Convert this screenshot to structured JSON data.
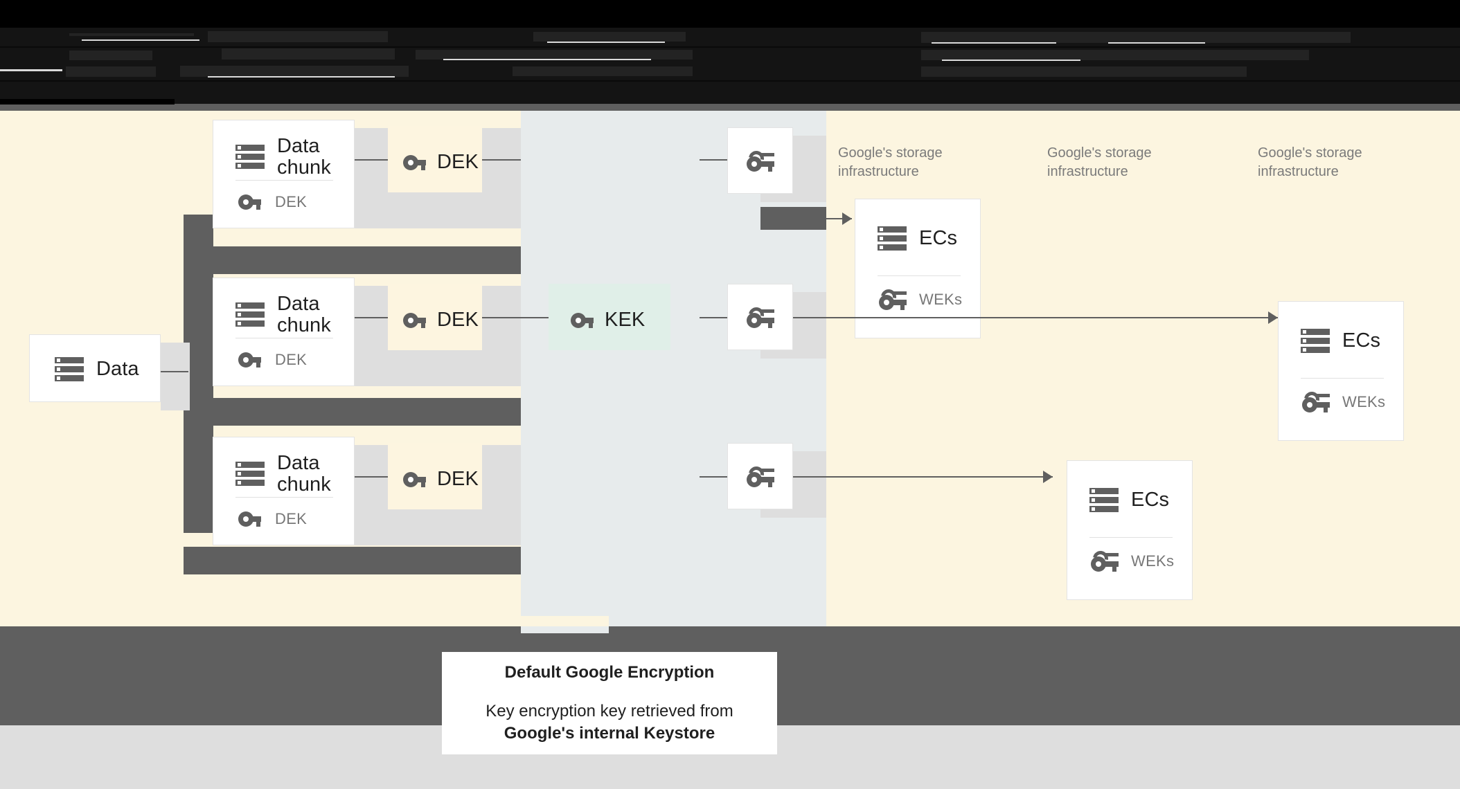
{
  "diagram": {
    "title": "Default Google Encryption — data chunk / DEK / KEK / ECs flow",
    "colors": {
      "canvas_cream": "#fcf5e0",
      "mid_column_bluegray": "#e7ebec",
      "dek_box": "#fdf5e0",
      "kek_box": "#e0efe8",
      "card_white": "#ffffff",
      "card_shadow": "#dedede",
      "dark_gray": "#5f5f5f",
      "bottom_gray": "#dedede",
      "label_gray": "#7a7a7a"
    },
    "source_card": {
      "label": "Data",
      "icon": "server-stack-icon"
    },
    "chunks": [
      {
        "title_line1": "Data",
        "title_line2": "chunk",
        "key_label": "DEK",
        "icon": "server-stack-icon",
        "key_icon": "key-icon"
      },
      {
        "title_line1": "Data",
        "title_line2": "chunk",
        "key_label": "DEK",
        "icon": "server-stack-icon",
        "key_icon": "key-icon"
      },
      {
        "title_line1": "Data",
        "title_line2": "chunk",
        "key_label": "DEK",
        "icon": "server-stack-icon",
        "key_icon": "key-icon"
      }
    ],
    "dek_boxes": [
      {
        "label": "DEK",
        "icon": "key-icon"
      },
      {
        "label": "DEK",
        "icon": "key-icon"
      },
      {
        "label": "DEK",
        "icon": "key-icon"
      }
    ],
    "kek_box": {
      "label": "KEK",
      "icon": "key-icon"
    },
    "wek_boxes": [
      {
        "icon": "double-key-icon"
      },
      {
        "icon": "double-key-icon"
      },
      {
        "icon": "double-key-icon"
      }
    ],
    "infra_labels": [
      "Google's storage\ninfrastructure",
      "Google's storage\ninfrastructure",
      "Google's storage\ninfrastructure"
    ],
    "infra_label_l1": "Google's storage",
    "infra_label_l2": "infrastructure",
    "ecs_cards": [
      {
        "title": "ECs",
        "key_label": "WEKs",
        "icon": "server-stack-icon",
        "key_icon": "double-key-icon"
      },
      {
        "title": "ECs",
        "key_label": "WEKs",
        "icon": "server-stack-icon",
        "key_icon": "double-key-icon"
      },
      {
        "title": "ECs",
        "key_label": "WEKs",
        "icon": "server-stack-icon",
        "key_icon": "double-key-icon"
      }
    ],
    "caption": {
      "title": "Default Google Encryption",
      "line1": "Key encryption key retrieved from",
      "line2": "Google's internal Keystore"
    }
  }
}
